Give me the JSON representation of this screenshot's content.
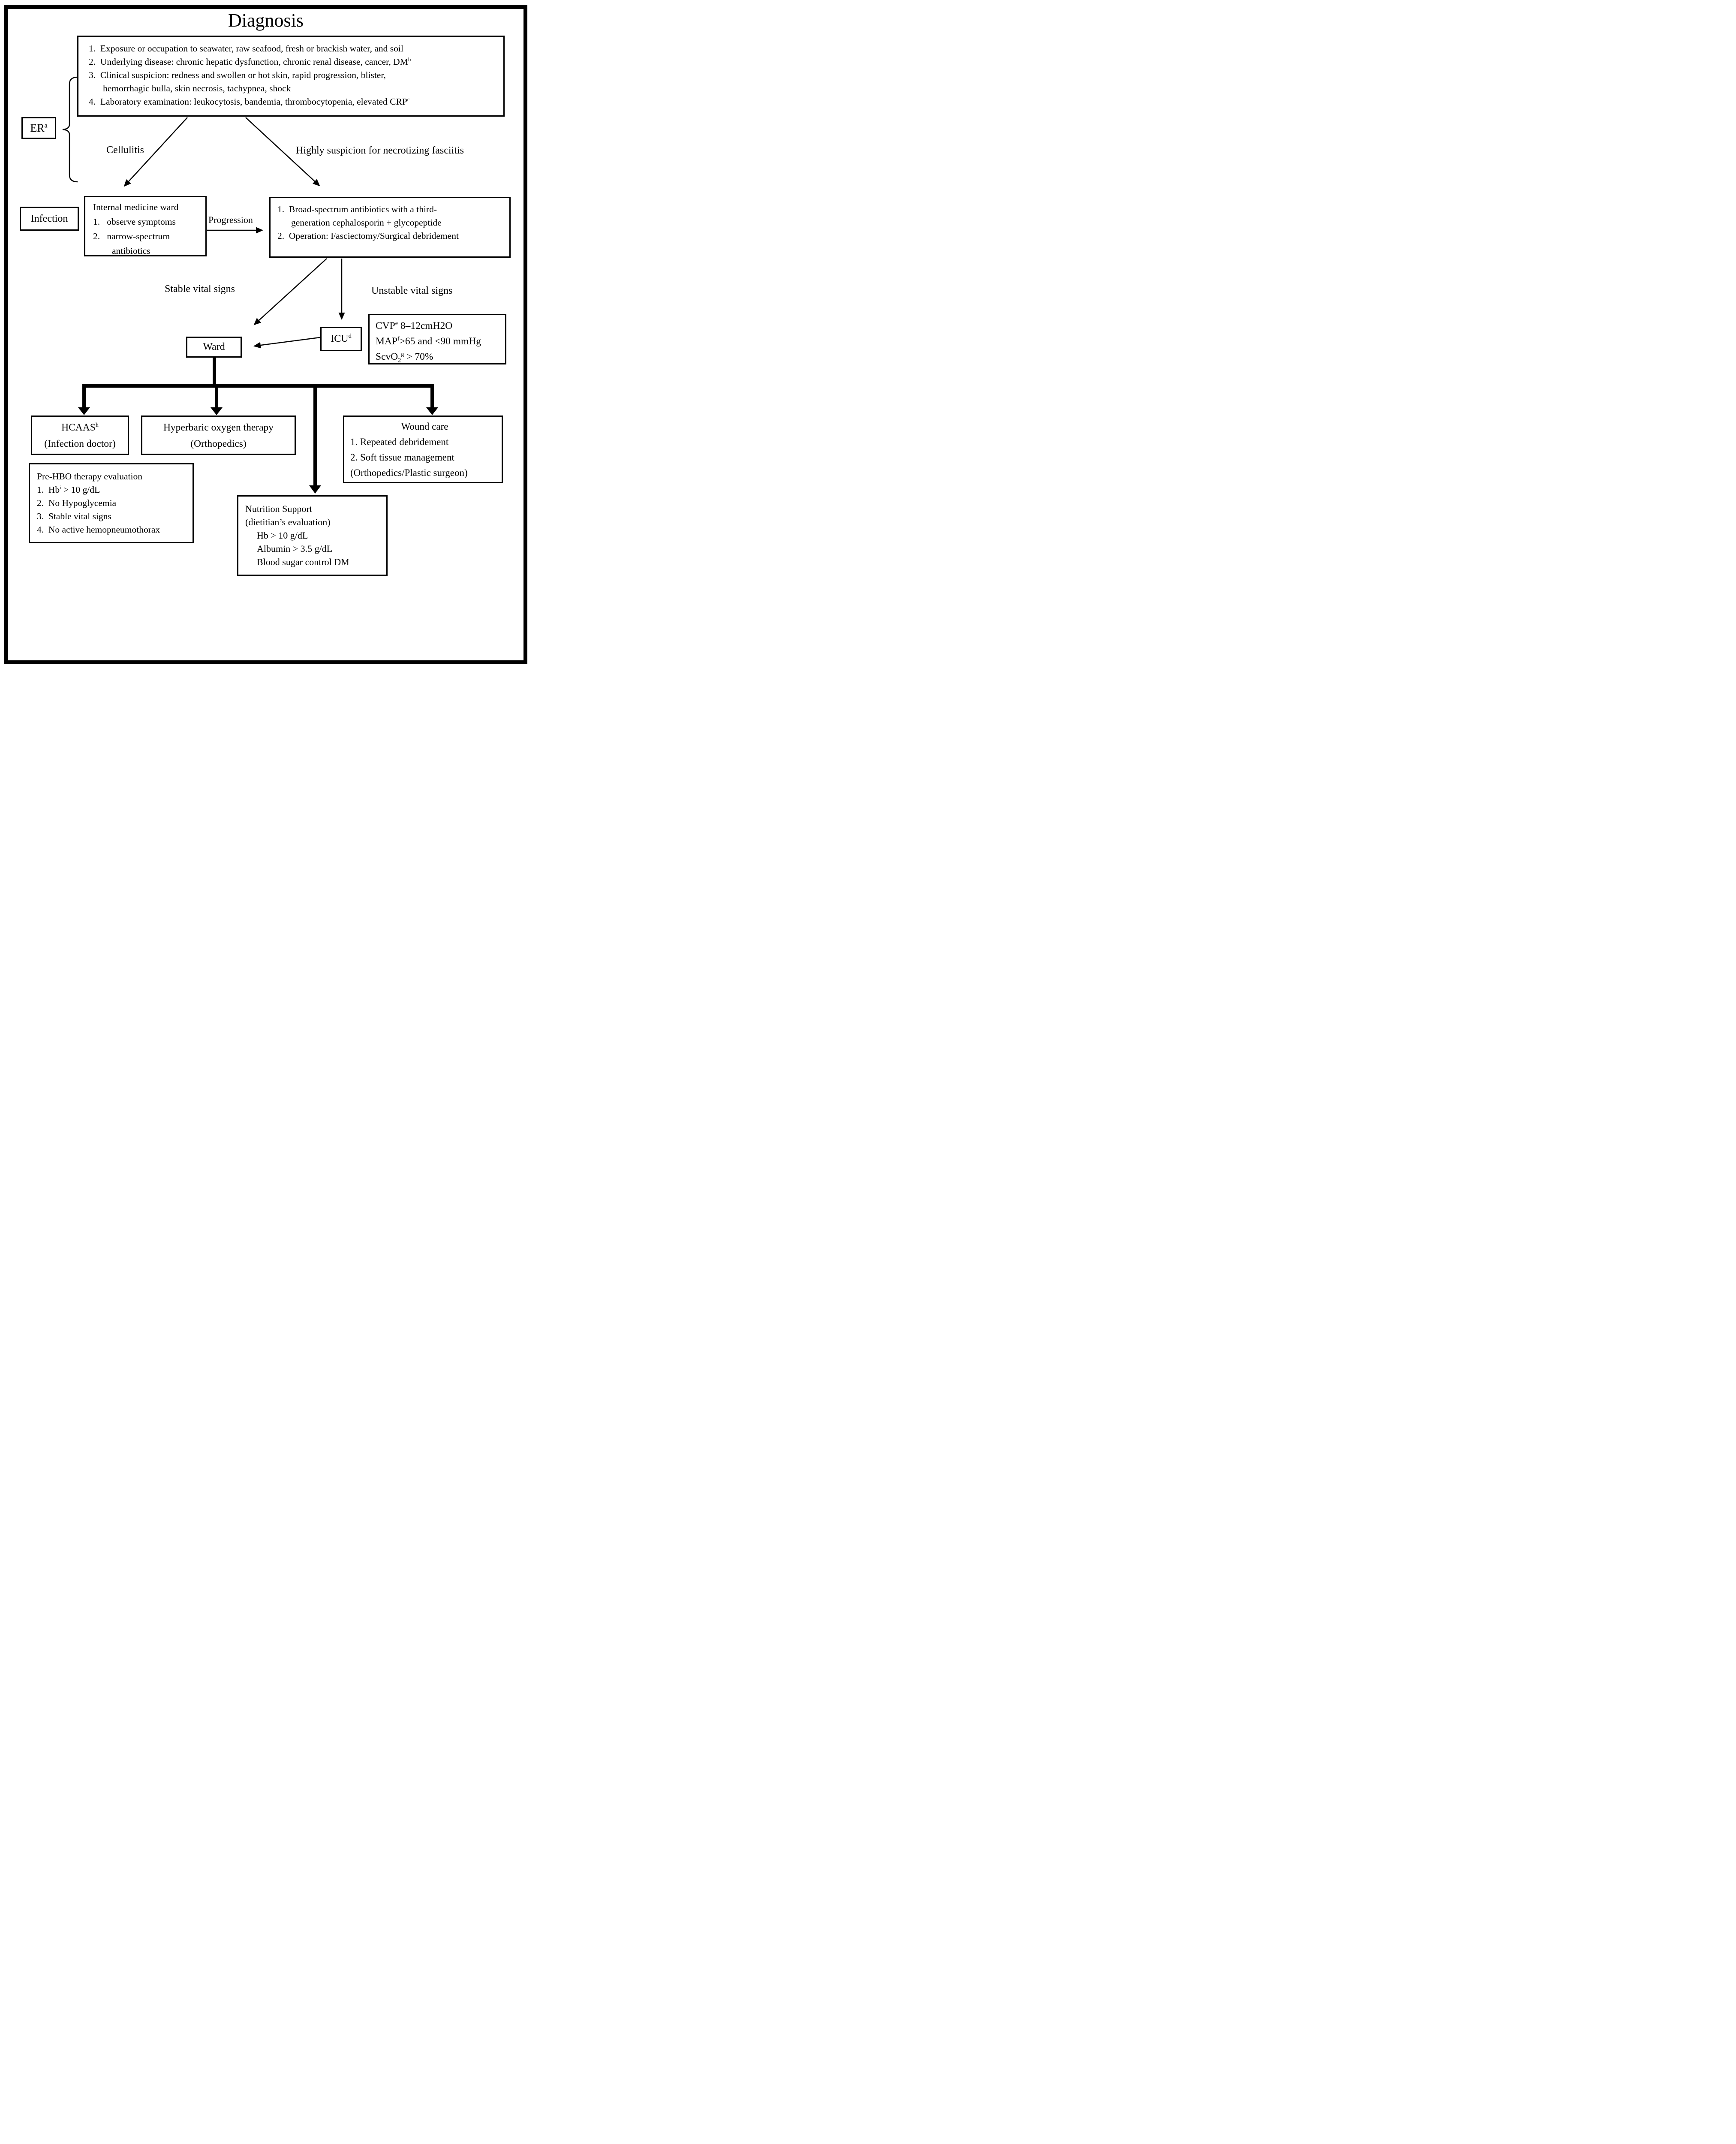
{
  "colors": {
    "ink": "#000000",
    "paper": "#ffffff"
  },
  "title": "Diagnosis",
  "criteria_box": {
    "lines": [
      {
        "segs": [
          [
            "n",
            "1.  Exposure or occupation to seawater, raw seafood, fresh or brackish water, and soil"
          ]
        ]
      },
      {
        "segs": [
          [
            "n",
            "2.  Underlying disease: chronic hepatic dysfunction, chronic renal disease, cancer, DM"
          ],
          [
            "s",
            "b"
          ]
        ]
      },
      {
        "segs": [
          [
            "n",
            "3.  Clinical suspicion: redness and swollen or hot skin, rapid progression, blister,"
          ]
        ]
      },
      {
        "ind": 1,
        "segs": [
          [
            "n",
            "hemorrhagic bulla, skin necrosis, tachypnea, shock"
          ]
        ]
      },
      {
        "segs": [
          [
            "n",
            "4.  Laboratory examination: leukocytosis, bandemia, thrombocytopenia, elevated CRP"
          ],
          [
            "s",
            "c"
          ]
        ]
      }
    ]
  },
  "er_box": {
    "lines": [
      {
        "ctr": 1,
        "segs": [
          [
            "n",
            "ER"
          ],
          [
            "s",
            "a"
          ]
        ]
      }
    ]
  },
  "branch_labels": {
    "cellulitis": "Cellulitis",
    "necrotizing": "Highly suspicion for necrotizing fasciitis"
  },
  "infection_box": {
    "label": "Infection"
  },
  "internal_ward_box": {
    "lines": [
      {
        "segs": [
          [
            "n",
            "Internal medicine ward"
          ]
        ]
      },
      {
        "segs": [
          [
            "n",
            "1.   observe symptoms"
          ]
        ]
      },
      {
        "segs": [
          [
            "n",
            "2.   narrow-spectrum"
          ]
        ]
      },
      {
        "ind": 1,
        "segs": [
          [
            "n",
            "antibiotics"
          ]
        ]
      }
    ]
  },
  "progression_label": "Progression",
  "treatment_box": {
    "lines": [
      {
        "segs": [
          [
            "n",
            "1.  Broad-spectrum antibiotics with a third-"
          ]
        ]
      },
      {
        "ind": 1,
        "segs": [
          [
            "n",
            "generation cephalosporin + glycopeptide"
          ]
        ]
      },
      {
        "segs": [
          [
            "n",
            "2.  Operation: Fasciectomy/Surgical debridement"
          ]
        ]
      }
    ]
  },
  "vital_labels": {
    "stable": "Stable vital signs",
    "unstable": "Unstable vital signs"
  },
  "ward_box": {
    "label": "Ward"
  },
  "icu_box": {
    "lines": [
      {
        "ctr": 1,
        "segs": [
          [
            "n",
            "ICU"
          ],
          [
            "s",
            "d"
          ]
        ]
      }
    ]
  },
  "icu_targets_box": {
    "lines": [
      {
        "segs": [
          [
            "n",
            "CVP"
          ],
          [
            "s",
            "e"
          ],
          [
            "n",
            " 8–12cmH2O"
          ]
        ]
      },
      {
        "segs": [
          [
            "n",
            "MAP"
          ],
          [
            "s",
            "f"
          ],
          [
            "n",
            ">65 and <90 mmHg"
          ]
        ]
      },
      {
        "segs": [
          [
            "n",
            "ScvO"
          ],
          [
            "b",
            "2"
          ],
          [
            "s",
            "g"
          ],
          [
            "n",
            " > 70%"
          ]
        ]
      }
    ]
  },
  "hcaas_box": {
    "lines": [
      {
        "ctr": 1,
        "segs": [
          [
            "n",
            "HCAAS"
          ],
          [
            "s",
            "h"
          ]
        ]
      },
      {
        "ctr": 1,
        "segs": [
          [
            "n",
            "(Infection doctor)"
          ]
        ]
      }
    ]
  },
  "hbo_box": {
    "lines": [
      {
        "ctr": 1,
        "segs": [
          [
            "n",
            "Hyperbaric oxygen therapy"
          ]
        ]
      },
      {
        "ctr": 1,
        "segs": [
          [
            "n",
            "(Orthopedics)"
          ]
        ]
      }
    ]
  },
  "wound_box": {
    "lines": [
      {
        "ctr": 1,
        "segs": [
          [
            "n",
            "Wound care"
          ]
        ]
      },
      {
        "segs": [
          [
            "n",
            "1. Repeated debridement"
          ]
        ]
      },
      {
        "segs": [
          [
            "n",
            "2. Soft tissue management"
          ]
        ]
      },
      {
        "segs": [
          [
            "n",
            "(Orthopedics/Plastic surgeon)"
          ]
        ]
      }
    ]
  },
  "prehbo_box": {
    "lines": [
      {
        "segs": [
          [
            "n",
            "Pre-HBO therapy evaluation"
          ]
        ]
      },
      {
        "segs": [
          [
            "n",
            "1.  Hb"
          ],
          [
            "s",
            "i"
          ],
          [
            "n",
            " > 10 g/dL"
          ]
        ]
      },
      {
        "segs": [
          [
            "n",
            "2.  No Hypoglycemia"
          ]
        ]
      },
      {
        "segs": [
          [
            "n",
            "3.  Stable vital signs"
          ]
        ]
      },
      {
        "segs": [
          [
            "n",
            "4.  No active hemopneumothorax"
          ]
        ]
      }
    ]
  },
  "nutrition_box": {
    "lines": [
      {
        "segs": [
          [
            "n",
            "Nutrition Support"
          ]
        ]
      },
      {
        "segs": [
          [
            "n",
            "(dietitian’s evaluation)"
          ]
        ]
      },
      {
        "ind": 1,
        "segs": [
          [
            "n",
            "Hb > 10 g/dL"
          ]
        ]
      },
      {
        "ind": 1,
        "segs": [
          [
            "n",
            "Albumin > 3.5 g/dL"
          ]
        ]
      },
      {
        "ind": 1,
        "segs": [
          [
            "n",
            "Blood sugar control DM"
          ]
        ]
      }
    ]
  }
}
